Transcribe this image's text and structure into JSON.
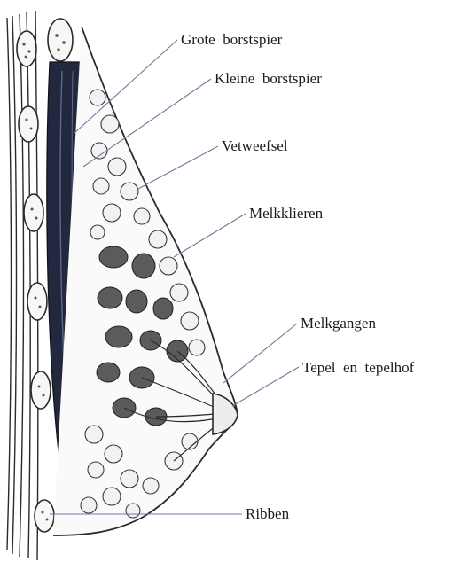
{
  "labels": {
    "grote_borstspier": "Grote  borstspier",
    "kleine_borstspier": "Kleine  borstspier",
    "vetweefsel": "Vetweefsel",
    "melkklieren": "Melkklieren",
    "melkgangen": "Melkgangen",
    "tepel": "Tepel  en  tepelhof",
    "ribben": "Ribben"
  },
  "colors": {
    "ink": "#2a2a2a",
    "muscle": "#22293f",
    "muscle_highlight": "#5a6a8a",
    "fat_fill": "#f2f2f2",
    "gland": "#4a4a4a",
    "leader": "#6b7d9c"
  }
}
